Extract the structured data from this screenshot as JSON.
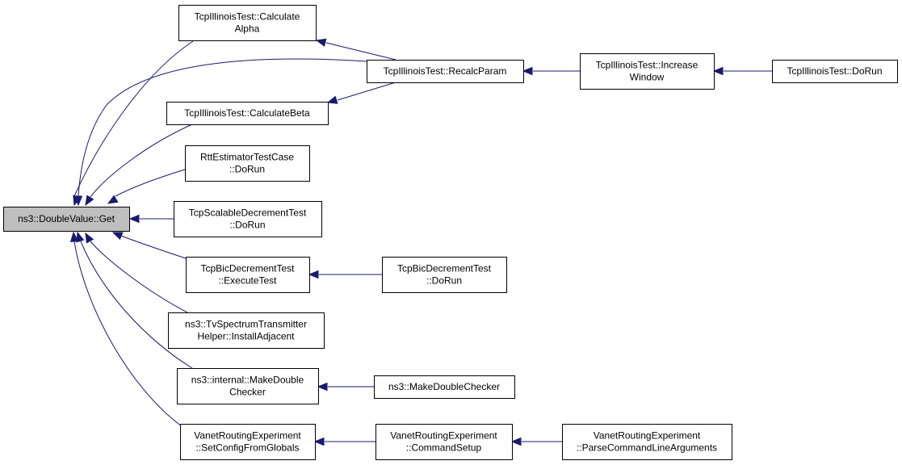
{
  "graph": {
    "nodes": [
      {
        "id": "root",
        "lines": [
          "ns3::DoubleValue::Get"
        ]
      },
      {
        "id": "calcAlpha",
        "lines": [
          "TcpIllinoisTest::Calculate",
          "Alpha"
        ]
      },
      {
        "id": "calcBeta",
        "lines": [
          "TcpIllinoisTest::CalculateBeta"
        ]
      },
      {
        "id": "recalc",
        "lines": [
          "TcpIllinoisTest::RecalcParam"
        ]
      },
      {
        "id": "incWindow",
        "lines": [
          "TcpIllinoisTest::Increase",
          "Window"
        ]
      },
      {
        "id": "illinoisDoRun",
        "lines": [
          "TcpIllinoisTest::DoRun"
        ]
      },
      {
        "id": "rtt",
        "lines": [
          "RttEstimatorTestCase",
          "::DoRun"
        ]
      },
      {
        "id": "scalable",
        "lines": [
          "TcpScalableDecrementTest",
          "::DoRun"
        ]
      },
      {
        "id": "bicExec",
        "lines": [
          "TcpBicDecrementTest",
          "::ExecuteTest"
        ]
      },
      {
        "id": "bicDoRun",
        "lines": [
          "TcpBicDecrementTest",
          "::DoRun"
        ]
      },
      {
        "id": "tvSpectrum",
        "lines": [
          "ns3::TvSpectrumTransmitter",
          "Helper::InstallAdjacent"
        ]
      },
      {
        "id": "makeDoubleInternal",
        "lines": [
          "ns3::internal::MakeDouble",
          "Checker"
        ]
      },
      {
        "id": "makeDouble",
        "lines": [
          "ns3::MakeDoubleChecker"
        ]
      },
      {
        "id": "vanetSet",
        "lines": [
          "VanetRoutingExperiment",
          "::SetConfigFromGlobals"
        ]
      },
      {
        "id": "vanetCmd",
        "lines": [
          "VanetRoutingExperiment",
          "::CommandSetup"
        ]
      },
      {
        "id": "vanetParse",
        "lines": [
          "VanetRoutingExperiment",
          "::ParseCommandLineArguments"
        ]
      }
    ],
    "edges": [
      {
        "from": "calcAlpha",
        "to": "root"
      },
      {
        "from": "recalc",
        "to": "root"
      },
      {
        "from": "calcBeta",
        "to": "root"
      },
      {
        "from": "rtt",
        "to": "root"
      },
      {
        "from": "scalable",
        "to": "root"
      },
      {
        "from": "bicExec",
        "to": "root"
      },
      {
        "from": "tvSpectrum",
        "to": "root"
      },
      {
        "from": "makeDoubleInternal",
        "to": "root"
      },
      {
        "from": "vanetSet",
        "to": "root"
      },
      {
        "from": "recalc",
        "to": "calcAlpha"
      },
      {
        "from": "recalc",
        "to": "calcBeta"
      },
      {
        "from": "incWindow",
        "to": "recalc"
      },
      {
        "from": "illinoisDoRun",
        "to": "incWindow"
      },
      {
        "from": "bicDoRun",
        "to": "bicExec"
      },
      {
        "from": "makeDouble",
        "to": "makeDoubleInternal"
      },
      {
        "from": "vanetCmd",
        "to": "vanetSet"
      },
      {
        "from": "vanetParse",
        "to": "vanetCmd"
      }
    ]
  }
}
